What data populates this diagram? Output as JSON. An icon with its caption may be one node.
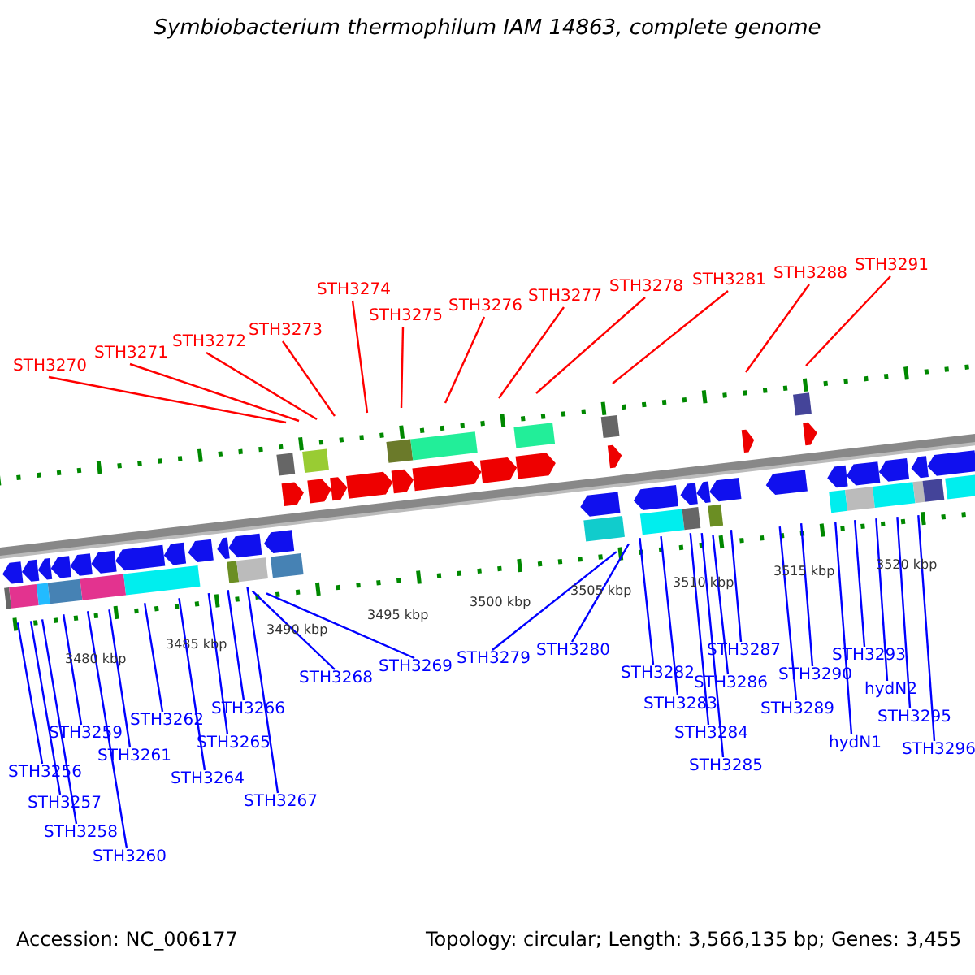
{
  "diagram": {
    "title": "Symbiobacterium thermophilum IAM 14863, complete genome",
    "nodes": [
      {
        "text": [
          "STH3270"
        ]
      },
      {
        "text": [
          "STH3271"
        ]
      },
      {
        "text": [
          "STH3272"
        ]
      },
      {
        "text": [
          "STH3273"
        ]
      },
      {
        "text": [
          "STH3274"
        ]
      },
      {
        "text": [
          "STH3275"
        ]
      },
      {
        "text": [
          "STH3276"
        ]
      },
      {
        "text": [
          "STH3277"
        ]
      },
      {
        "text": [
          "STH3278"
        ]
      },
      {
        "text": [
          "STH3281"
        ]
      },
      {
        "text": [
          "STH3288"
        ]
      },
      {
        "text": [
          "STH3291"
        ]
      },
      {
        "text": [
          "STH3256"
        ]
      },
      {
        "text": [
          "STH3257"
        ]
      },
      {
        "text": [
          "STH3258"
        ]
      },
      {
        "text": [
          "STH3259"
        ]
      },
      {
        "text": [
          "STH3260"
        ]
      },
      {
        "text": [
          "STH3261"
        ]
      },
      {
        "text": [
          "STH3262"
        ]
      },
      {
        "text": [
          "STH3264"
        ]
      },
      {
        "text": [
          "STH3265"
        ]
      },
      {
        "text": [
          "STH3266"
        ]
      },
      {
        "text": [
          "STH3267"
        ]
      },
      {
        "text": [
          "STH3268"
        ]
      },
      {
        "text": [
          "STH3269"
        ]
      },
      {
        "text": [
          "STH3279"
        ]
      },
      {
        "text": [
          "STH3280"
        ]
      },
      {
        "text": [
          "STH3282"
        ]
      },
      {
        "text": [
          "STH3283"
        ]
      },
      {
        "text": [
          "STH3284"
        ]
      },
      {
        "text": [
          "STH3285"
        ]
      },
      {
        "text": [
          "STH3286"
        ]
      },
      {
        "text": [
          "STH3287"
        ]
      },
      {
        "text": [
          "STH3289"
        ]
      },
      {
        "text": [
          "STH3290"
        ]
      },
      {
        "text": [
          "hydN1"
        ]
      },
      {
        "text": [
          "STH3293"
        ]
      },
      {
        "text": [
          "hydN2"
        ]
      },
      {
        "text": [
          "STH3295"
        ]
      },
      {
        "text": [
          "STH3296"
        ]
      }
    ],
    "edges": [
      {
        "from": 0,
        "to": null,
        "arrow": "none",
        "color": "#ff0000"
      },
      {
        "from": 1,
        "to": null,
        "arrow": "none",
        "color": "#ff0000"
      },
      {
        "from": 2,
        "to": null,
        "arrow": "none",
        "color": "#ff0000"
      },
      {
        "from": 3,
        "to": null,
        "arrow": "none",
        "color": "#ff0000"
      },
      {
        "from": 4,
        "to": null,
        "arrow": "none",
        "color": "#ff0000"
      },
      {
        "from": 5,
        "to": null,
        "arrow": "none",
        "color": "#ff0000"
      },
      {
        "from": 6,
        "to": null,
        "arrow": "none",
        "color": "#ff0000"
      },
      {
        "from": 7,
        "to": null,
        "arrow": "none",
        "color": "#ff0000"
      },
      {
        "from": 8,
        "to": null,
        "arrow": "none",
        "color": "#ff0000"
      },
      {
        "from": 9,
        "to": null,
        "arrow": "none",
        "color": "#ff0000"
      },
      {
        "from": 10,
        "to": null,
        "arrow": "none",
        "color": "#ff0000"
      },
      {
        "from": 11,
        "to": null,
        "arrow": "none",
        "color": "#ff0000"
      },
      {
        "from": 12,
        "to": null,
        "arrow": "none"
      },
      {
        "from": 13,
        "to": null,
        "arrow": "none"
      },
      {
        "from": 14,
        "to": null,
        "arrow": "none"
      },
      {
        "from": 15,
        "to": null,
        "arrow": "none"
      },
      {
        "from": 16,
        "to": null,
        "arrow": "none"
      },
      {
        "from": 17,
        "to": null,
        "arrow": "none"
      },
      {
        "from": 18,
        "to": null,
        "arrow": "none"
      },
      {
        "from": 19,
        "to": null,
        "arrow": "none"
      },
      {
        "from": 20,
        "to": null,
        "arrow": "none"
      },
      {
        "from": 21,
        "to": null,
        "arrow": "none"
      },
      {
        "from": 22,
        "to": null,
        "arrow": "none"
      },
      {
        "from": 23,
        "to": null,
        "arrow": "none"
      },
      {
        "from": 24,
        "to": null,
        "arrow": "none"
      },
      {
        "from": 25,
        "to": null,
        "arrow": "none"
      },
      {
        "from": 26,
        "to": null,
        "arrow": "none"
      },
      {
        "from": 27,
        "to": null,
        "arrow": "none"
      },
      {
        "from": 28,
        "to": null,
        "arrow": "none"
      },
      {
        "from": 29,
        "to": null,
        "arrow": "none"
      },
      {
        "from": 30,
        "to": null,
        "arrow": "none"
      },
      {
        "from": 31,
        "to": null,
        "arrow": "none"
      },
      {
        "from": 32,
        "to": null,
        "arrow": "none"
      },
      {
        "from": 33,
        "to": null,
        "arrow": "none"
      },
      {
        "from": 34,
        "to": null,
        "arrow": "none"
      },
      {
        "from": 35,
        "to": null,
        "arrow": "none"
      },
      {
        "from": 36,
        "to": null,
        "arrow": "none"
      },
      {
        "from": 37,
        "to": null,
        "arrow": "none"
      },
      {
        "from": 38,
        "to": null,
        "arrow": "none"
      },
      {
        "from": 39,
        "to": null,
        "arrow": "none"
      }
    ],
    "labels": [
      "3480 kbp",
      "3485 kbp",
      "3490 kbp",
      "3495 kbp",
      "3500 kbp",
      "3505 kbp",
      "3510 kbp",
      "3515 kbp",
      "3520 kbp",
      "Accession: NC_006177",
      "Topology: circular; Length: 3,566,135 bp; Genes: 3,455"
    ]
  }
}
